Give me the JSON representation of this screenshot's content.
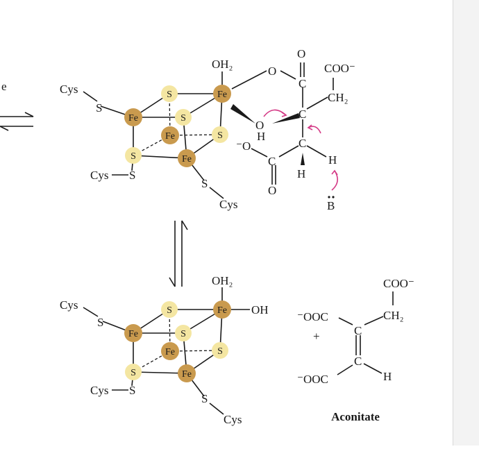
{
  "labels": {
    "cys": "Cys",
    "fe": "Fe",
    "s": "S",
    "oh2": "OH₂",
    "o": "O",
    "oh": "OH",
    "h": "H",
    "c": "C",
    "b": "B",
    "coo": "COO⁻",
    "ch2": "CH₂",
    "ooc": "⁻OOC",
    "plus": "+",
    "neg_o": "⁻O",
    "left_fragment": "e"
  },
  "caption": {
    "aconitate": "Aconitate"
  },
  "colors": {
    "fe": "#c99a4e",
    "s": "#f4e6a2",
    "arrow": "#d43a86"
  }
}
